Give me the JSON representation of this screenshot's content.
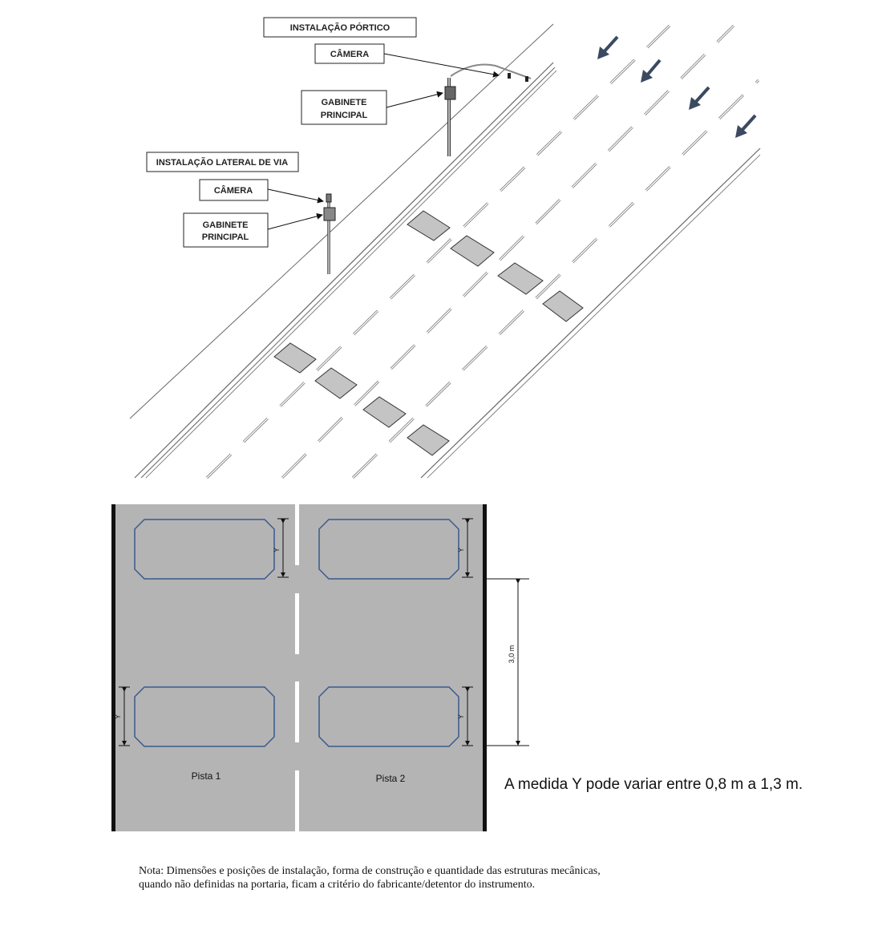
{
  "perspective": {
    "portico_title": "INSTALAÇÃO PÓRTICO",
    "portico_camera": "CÂMERA",
    "portico_cabinet_line1": "GABINETE",
    "portico_cabinet_line2": "PRINCIPAL",
    "side_title": "INSTALAÇÃO LATERAL DE VIA",
    "side_camera": "CÂMERA",
    "side_cabinet_line1": "GABINETE",
    "side_cabinet_line2": "PRINCIPAL"
  },
  "plan": {
    "lane1_label": "Pista 1",
    "lane2_label": "Pista 2",
    "dim_y": "Y",
    "dim_spacing": "3,0 m",
    "road_color": "#b4b4b4",
    "loop_color": "#3a5a8c"
  },
  "y_note": "A medida Y pode variar entre 0,8 m a 1,3 m.",
  "footnote": {
    "line1": "Nota: Dimensões e posições de instalação, forma de construção e quantidade das estruturas mecânicas,",
    "line2": "quando não definidas na portaria, ficam a critério do fabricante/detentor do instrumento."
  }
}
